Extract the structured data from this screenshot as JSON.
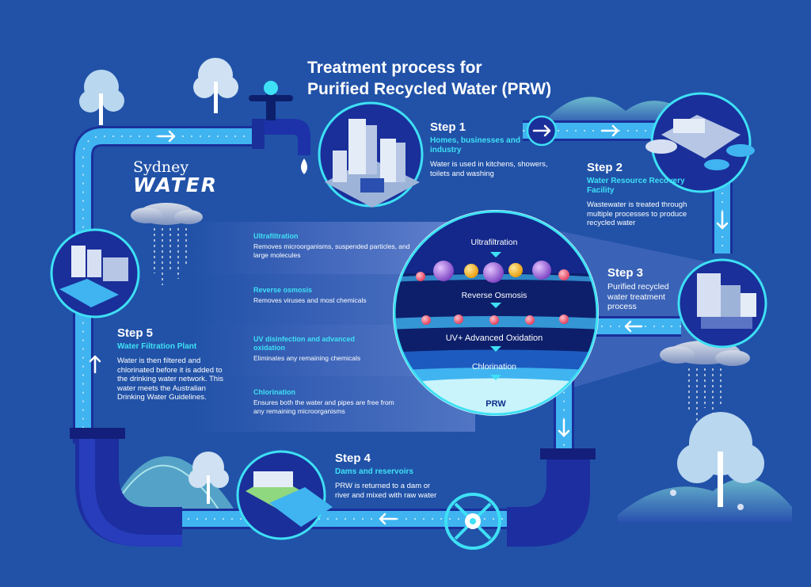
{
  "title": {
    "line1": "Treatment process for",
    "line2": "Purified Recycled Water (PRW)"
  },
  "logo": {
    "line1": "Sydney",
    "line2": "WATER"
  },
  "steps": [
    {
      "heading": "Step 1",
      "subtitle": "Homes, businesses and industry",
      "desc": "Water is used in kitchens, showers, toilets and washing"
    },
    {
      "heading": "Step 2",
      "subtitle": "Water Resource Recovery Facility",
      "desc": "Wastewater is treated through multiple processes to produce recycled water"
    },
    {
      "heading": "Step 3",
      "subtitle": "",
      "desc": "Purified recycled water treatment process"
    },
    {
      "heading": "Step 4",
      "subtitle": "Dams and reservoirs",
      "desc": "PRW is returned to a dam or river and mixed with raw water"
    },
    {
      "heading": "Step 5",
      "subtitle": "Water Filtration Plant",
      "desc": "Water is then filtered and chlorinated before it is added to the drinking water network. This water meets the Australian Drinking Water Guidelines."
    }
  ],
  "treatment_stages": [
    {
      "title": "Ultrafiltration",
      "desc": "Removes microorganisms, suspended particles, and large molecules"
    },
    {
      "title": "Reverse osmosis",
      "desc": "Removes viruses and most chemicals"
    },
    {
      "title": "UV disinfection and advanced oxidation",
      "desc": "Eliminates any remaining chemicals"
    },
    {
      "title": "Chlorination",
      "desc": "Ensures both the water and pipes are free from any remaining microorganisms"
    }
  ],
  "circle_labels": {
    "ultrafiltration": "Ultrafiltration",
    "reverse_osmosis": "Reverse Osmosis",
    "uv": "UV+ Advanced Oxidation",
    "chlorination": "Chlorination",
    "prw": "PRW"
  },
  "colors": {
    "background": "#2152a8",
    "pipe": "#3fb4f0",
    "pipe_dark": "#1d2e9e",
    "accent": "#3ee0f5",
    "circle_dark": "#0d1f6b"
  }
}
